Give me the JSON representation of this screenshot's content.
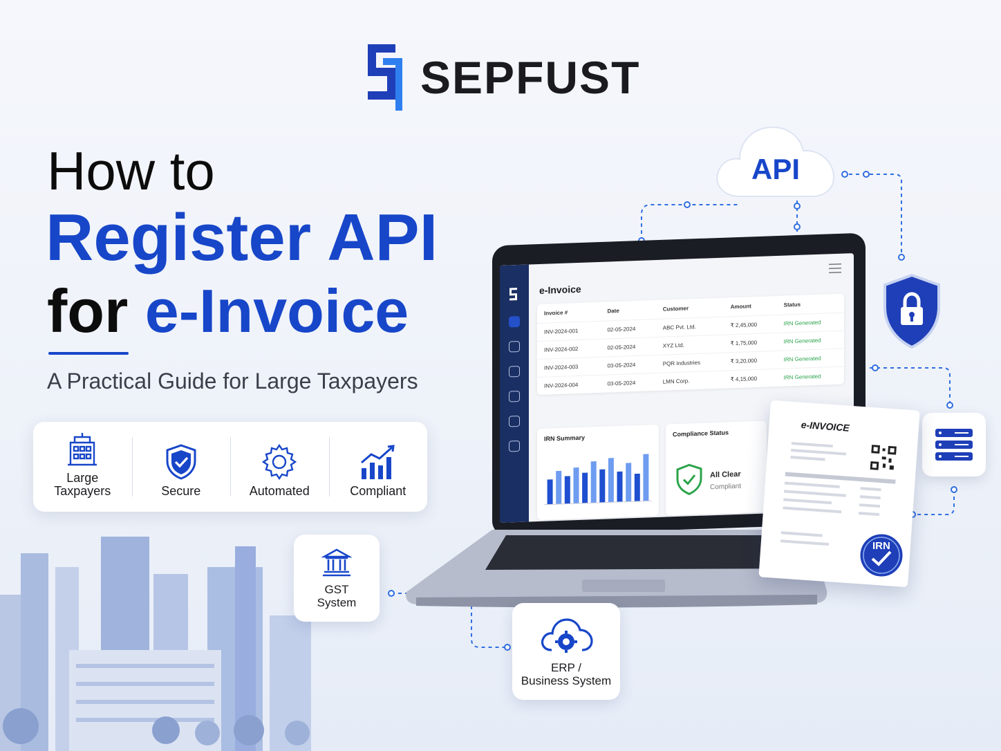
{
  "brand": {
    "name": "SEPFUST",
    "primary_color": "#1746c9"
  },
  "headline": {
    "line1": "How to",
    "line2": "Register API",
    "line3_prefix": "for ",
    "line3_highlight": "e-Invoice"
  },
  "subtitle": "A Practical Guide for Large Taxpayers",
  "features": [
    {
      "label": "Large\nTaxpayers",
      "icon": "building-icon"
    },
    {
      "label": "Secure",
      "icon": "shield-check-icon"
    },
    {
      "label": "Automated",
      "icon": "gear-icon"
    },
    {
      "label": "Compliant",
      "icon": "growth-chart-icon"
    }
  ],
  "cloud_label": "API",
  "gst_card": {
    "label": "GST\nSystem",
    "icon": "government-building-icon"
  },
  "erp_card": {
    "label": "ERP /\nBusiness System",
    "icon": "cloud-gear-icon"
  },
  "app": {
    "title": "e-Invoice",
    "table": {
      "headers": [
        "Invoice #",
        "Date",
        "Customer",
        "Amount",
        "Status"
      ],
      "rows": [
        [
          "INV-2024-001",
          "02-05-2024",
          "ABC Pvt. Ltd.",
          "₹ 2,45,000",
          "IRN Generated"
        ],
        [
          "INV-2024-002",
          "02-05-2024",
          "XYZ Ltd.",
          "₹ 1,75,000",
          "IRN Generated"
        ],
        [
          "INV-2024-003",
          "03-05-2024",
          "PQR Industries",
          "₹ 3,20,000",
          "IRN Generated"
        ],
        [
          "INV-2024-004",
          "03-05-2024",
          "LMN Corp.",
          "₹ 4,15,000",
          "IRN Generated"
        ]
      ]
    },
    "irn_summary": {
      "title": "IRN Summary",
      "bars": [
        0.45,
        0.6,
        0.5,
        0.65,
        0.55,
        0.75,
        0.6,
        0.8,
        0.55,
        0.7,
        0.5,
        0.85
      ]
    },
    "compliance": {
      "title": "Compliance Status",
      "status": "All Clear",
      "sub": "Compliant"
    }
  },
  "document": {
    "title": "e-INVOICE",
    "seal": "IRN"
  }
}
